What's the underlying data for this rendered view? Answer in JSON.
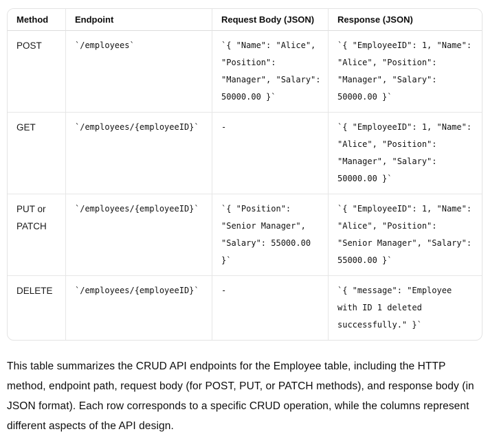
{
  "table": {
    "headers": [
      "Method",
      "Endpoint",
      "Request Body (JSON)",
      "Response (JSON)"
    ],
    "rows": [
      {
        "method": "POST",
        "endpoint": "`/employees`",
        "request": "`{ \"Name\": \"Alice\", \"Position\": \"Manager\", \"Salary\": 50000.00 }`",
        "response": "`{ \"EmployeeID\": 1, \"Name\": \"Alice\", \"Position\": \"Manager\", \"Salary\": 50000.00 }`"
      },
      {
        "method": "GET",
        "endpoint": "`/employees/{employeeID}`",
        "request": "-",
        "response": "`{ \"EmployeeID\": 1, \"Name\": \"Alice\", \"Position\": \"Manager\", \"Salary\": 50000.00 }`"
      },
      {
        "method": "PUT or PATCH",
        "endpoint": "`/employees/{employeeID}`",
        "request": "`{ \"Position\": \"Senior Manager\", \"Salary\": 55000.00 }`",
        "response": "`{ \"EmployeeID\": 1, \"Name\": \"Alice\", \"Position\": \"Senior Manager\", \"Salary\": 55000.00 }`"
      },
      {
        "method": "DELETE",
        "endpoint": "`/employees/{employeeID}`",
        "request": "-",
        "response": "`{ \"message\": \"Employee with ID 1 deleted successfully.\" }`"
      }
    ]
  },
  "description": "This table summarizes the CRUD API endpoints for the Employee table, including the HTTP method, endpoint path, request body (for POST, PUT, or PATCH methods), and response body (in JSON format). Each row corresponds to a specific CRUD operation, while the columns represent different aspects of the API design.",
  "colors": {
    "background": "#ffffff",
    "table_border": "#e3e3e3",
    "cell_divider": "#e6e6e6",
    "header_divider": "#dcdcdc",
    "text": "#0d0d0d"
  }
}
